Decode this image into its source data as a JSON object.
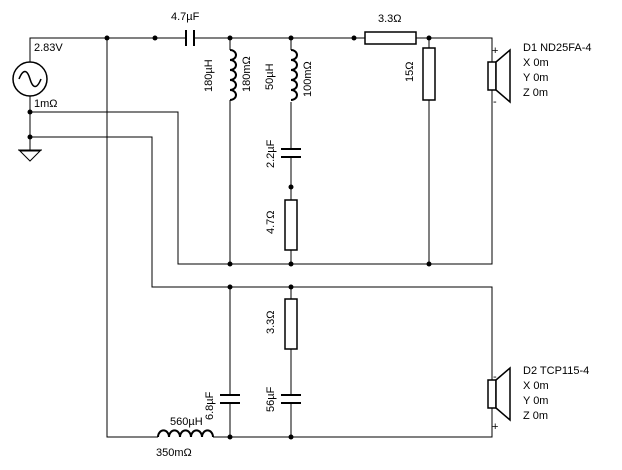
{
  "source": {
    "voltage": "2.83V",
    "resistance": "1mΩ"
  },
  "components": {
    "c_series": "4.7µF",
    "r_series": "3.3Ω",
    "l_shunt1": {
      "value": "180µH",
      "resistance": "180mΩ"
    },
    "l_shunt2": {
      "value": "50µH",
      "resistance": "100mΩ"
    },
    "c_shunt2": "2.2µF",
    "r_shunt2": "4.7Ω",
    "r_tweeter_shunt": "15Ω",
    "l_woofer": {
      "value": "560µH",
      "resistance": "350mΩ"
    },
    "c_woofer": "6.8µF",
    "r_woofer": "3.3Ω",
    "c_woofer2": "56µF"
  },
  "drivers": [
    {
      "name": "D1 ND25FA-4",
      "x": "X 0m",
      "y": "Y 0m",
      "z": "Z 0m",
      "plus": "+",
      "minus": "-"
    },
    {
      "name": "D2 TCP115-4",
      "x": "X 0m",
      "y": "Y 0m",
      "z": "Z 0m",
      "plus": "+",
      "minus": "-"
    }
  ]
}
